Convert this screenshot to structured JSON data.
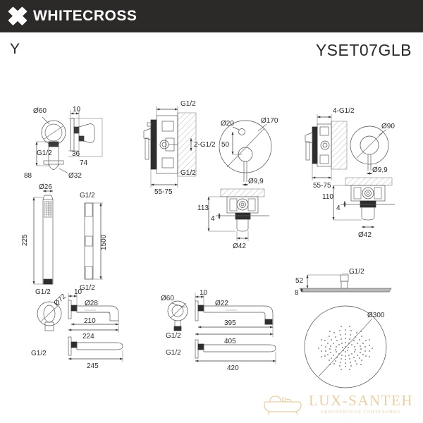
{
  "header": {
    "brand": "WHITECROSS",
    "logo_icon": "whitecross-x-icon",
    "bar_color": "#2b2a29"
  },
  "subtitle": {
    "series": "Y",
    "model": "YSET07GLB"
  },
  "watermark": {
    "title": "LUX-SANTEH",
    "subtitle": "ЕВРОПЕЙСКАЯ САНТЕХНИКА",
    "icon": "bathtub-icon",
    "color": "#e8cfa4"
  },
  "drawings": {
    "wall_outlet": {
      "name": "wall-outlet-bracket",
      "dims": {
        "d60": "Ø60",
        "g12_top": "G1/2",
        "w10": "10",
        "h36": "36",
        "h74": "74",
        "h88": "88",
        "d32": "Ø32"
      }
    },
    "concealed_mixer": {
      "name": "concealed-thermostatic-mixer",
      "dims": {
        "g12_top": "G1/2",
        "g12_bottom": "G1/2",
        "g12_pair": "2-G1/2",
        "depth": "55-75",
        "d170": "Ø170",
        "d20": "Ø20",
        "spacing50": "50",
        "d99": "Ø9,9"
      }
    },
    "concealed_body_center": {
      "name": "concealed-valve-body-center",
      "dims": {
        "d99": "Ø9,9",
        "h113": "113",
        "h4": "4",
        "d42": "Ø42"
      }
    },
    "four_way_mixer": {
      "name": "concealed-four-way-mixer",
      "dims": {
        "g12_4": "4-G1/2",
        "depth": "55-75",
        "d90": "Ø90",
        "d99": "Ø9,9"
      }
    },
    "concealed_body_right": {
      "name": "concealed-valve-body-right",
      "dims": {
        "h110": "110",
        "h4": "4",
        "d42": "Ø42"
      }
    },
    "hand_shower": {
      "name": "hand-shower",
      "dims": {
        "d26": "Ø26",
        "len225": "225",
        "g12": "G1/2"
      }
    },
    "shower_hose": {
      "name": "shower-hose",
      "dims": {
        "g12_top": "G1/2",
        "len1500": "1500",
        "g12_bottom": "G1/2"
      }
    },
    "wall_spout_short": {
      "name": "wall-mounted-spout-short",
      "dims": {
        "d72": "Ø72",
        "w10": "10",
        "d28": "Ø28",
        "len210": "210",
        "len224": "224",
        "g12": "G1/2",
        "len245": "245"
      }
    },
    "shower_arm": {
      "name": "ceiling-shower-arm",
      "dims": {
        "d60": "Ø60",
        "w10": "10",
        "d22": "Ø22",
        "len395": "395",
        "len405": "405",
        "g12": "G1/2",
        "len420": "420"
      }
    },
    "rain_head": {
      "name": "rain-shower-head",
      "dims": {
        "g12": "G1/2",
        "h52": "52",
        "h8": "8",
        "d300": "Ø300"
      }
    }
  }
}
